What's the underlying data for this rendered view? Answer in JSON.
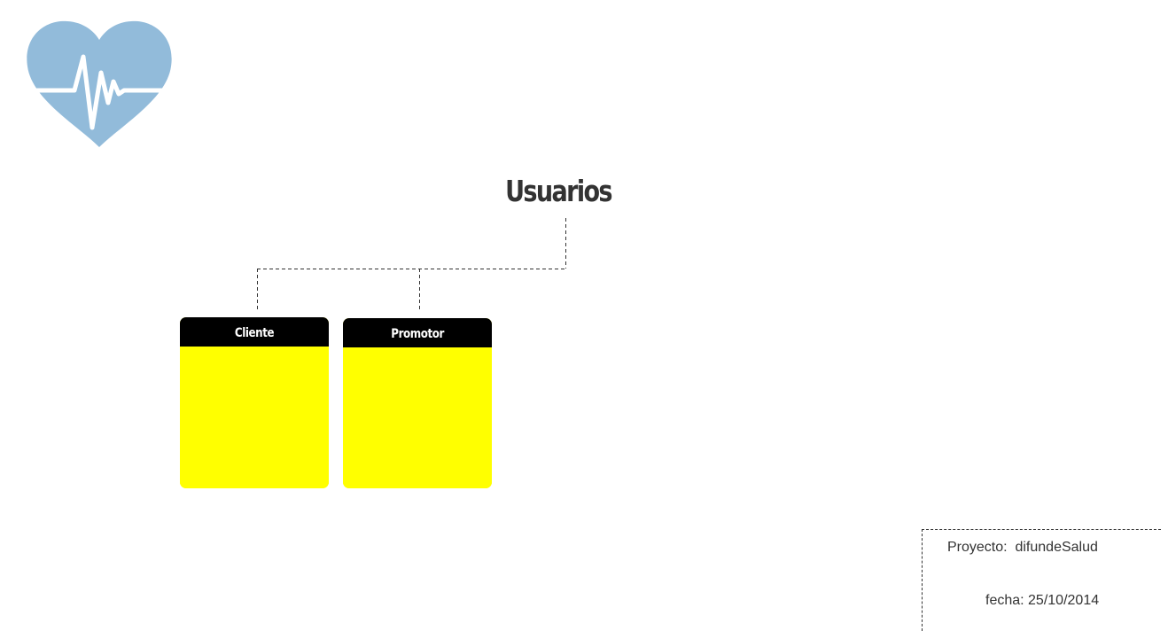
{
  "logo": {
    "icon": "heart-pulse-icon",
    "color": "#92bbda"
  },
  "diagram": {
    "root": "Usuarios",
    "children": [
      "Cliente",
      "Promotor"
    ]
  },
  "info": {
    "proyecto": "Proyecto:  difundeSalud",
    "fecha": "fecha: 25/10/2014"
  },
  "colors": {
    "card_header": "#000000",
    "card_body": "#ffff00",
    "title": "#333333"
  }
}
